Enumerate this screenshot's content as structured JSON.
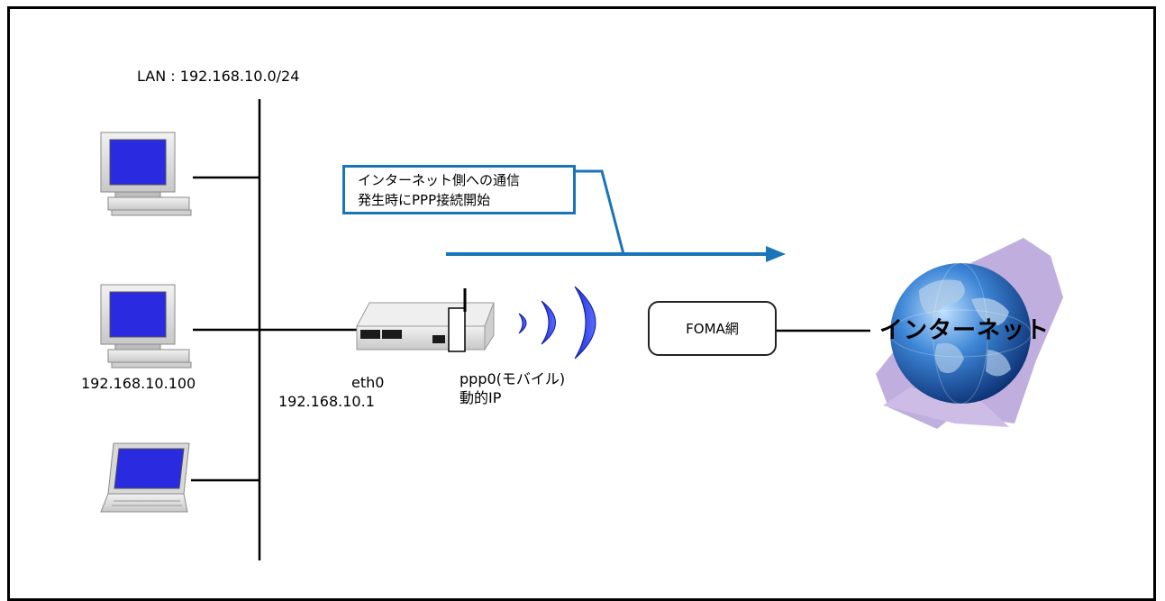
{
  "lan": {
    "label": "LAN : 192.168.10.0/24"
  },
  "pc2": {
    "ip": "192.168.10.100"
  },
  "router": {
    "eth0_name": "eth0",
    "eth0_ip": "192.168.10.1",
    "ppp0_name": "ppp0(モバイル)",
    "ppp0_ip": "動的IP"
  },
  "callout": {
    "line1": "インターネット側への通信",
    "line2": "発生時にPPP接続開始"
  },
  "foma": {
    "label": "FOMA網"
  },
  "internet": {
    "label": "インターネット"
  },
  "colors": {
    "accent_blue": "#1a75b8",
    "screen_blue": "#2a2ae0",
    "globe_blue": "#2f6fbf",
    "globe_backdrop": "#b9a6da"
  }
}
